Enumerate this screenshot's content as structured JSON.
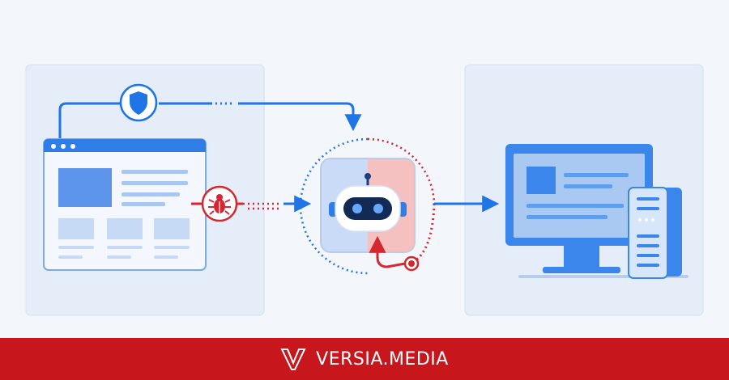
{
  "diagram": {
    "nodes": [
      {
        "id": "web-page",
        "kind": "browser-window"
      },
      {
        "id": "ai-bot",
        "kind": "robot-icon"
      },
      {
        "id": "target-devices",
        "kind": "monitor-and-tower"
      }
    ],
    "icons": [
      "shield-icon",
      "bug-icon",
      "robot-icon",
      "monitor-icon",
      "tower-pc-icon"
    ],
    "edges": [
      {
        "from": "web-page",
        "to": "ai-bot",
        "via": "shield-icon",
        "status": "secure",
        "color": "#1f74e6"
      },
      {
        "from": "web-page",
        "to": "ai-bot",
        "via": "bug-icon",
        "status": "malicious",
        "color": "#d6262f"
      },
      {
        "from": "ai-bot",
        "to": "target-devices",
        "status": "output",
        "color": "#1f74e6"
      }
    ],
    "colors": {
      "secure_blue": "#1f74e6",
      "threat_red": "#d6262f",
      "panel_bg": "#e4edf8",
      "background": "#f3f6fb"
    }
  },
  "footer": {
    "brand": "VERSIA.MEDIA",
    "background": "#c8161d",
    "logo_icon": "versia-v-logo"
  }
}
